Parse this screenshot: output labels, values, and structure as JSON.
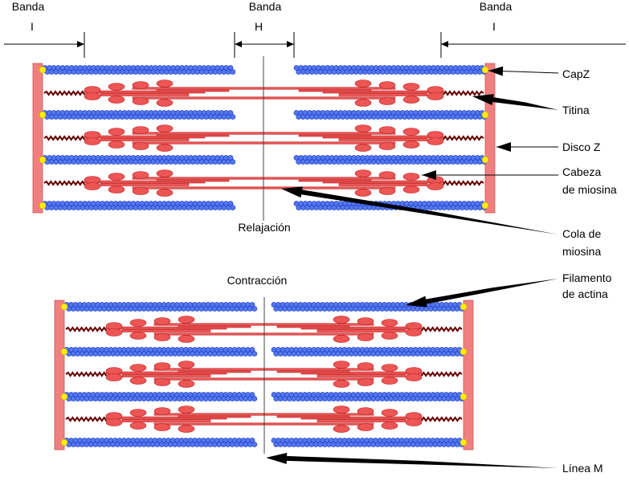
{
  "top_labels": {
    "band_i_left": [
      "Banda",
      "I"
    ],
    "band_h": [
      "Banda",
      "H"
    ],
    "band_i_right": [
      "Banda",
      "I"
    ]
  },
  "state_labels": {
    "relaxation": "Relajación",
    "contraction": "Contracción"
  },
  "callouts": {
    "capz": [
      "CapZ"
    ],
    "titin": [
      "Titina"
    ],
    "z_disc": [
      "Disco Z"
    ],
    "myosin_head": [
      "Cabeza",
      "de miosina"
    ],
    "myosin_tail": [
      "Cola de",
      "miosina"
    ],
    "actin_filament": [
      "Filamento",
      "de actina"
    ],
    "m_line": [
      "Línea M"
    ]
  },
  "colors": {
    "z_disc": "#f08080",
    "actin": "#5577ee",
    "actin_outline": "#2244cc",
    "capz": "#ffee00",
    "myosin": "#ee5555",
    "myosin_outline": "#bb2222",
    "titin": "#660000"
  }
}
